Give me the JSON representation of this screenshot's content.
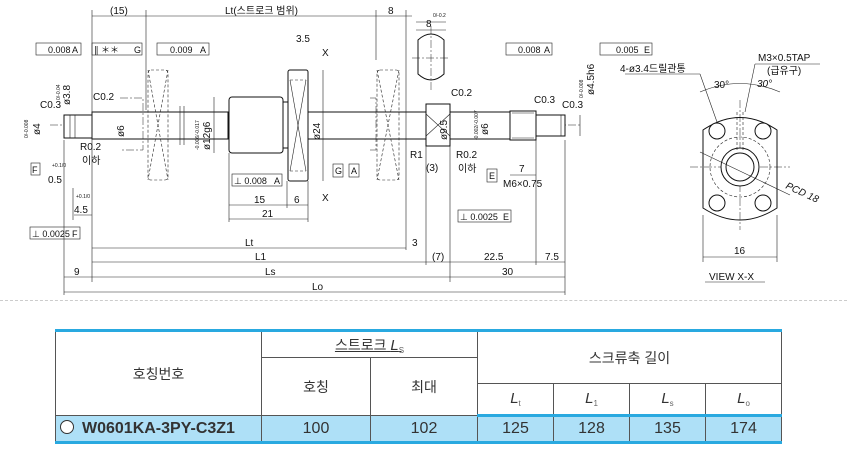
{
  "drawing": {
    "dim_15": "(15)",
    "dim_lt_stroke": "Lt(스트로크 범위)",
    "dim_8_top": "8",
    "dim_8_oval": "8",
    "tol_oval": "0/-0.2",
    "fcf_runout_a1": "0.008",
    "fcf_datum_a": "A",
    "fcf_parallel": "∥ ＊＊",
    "fcf_datum_g": "G",
    "fcf_runout_009": "0.009",
    "dim_3_5": "3.5",
    "view_mark_x1": "X",
    "view_mark_x2": "X",
    "c03_left": "C0.3",
    "d38": "ø3.8",
    "tol_38": "0/-0.04",
    "d4": "ø4",
    "tol_4": "0/-0.008",
    "c02_left": "C0.2",
    "d6_left": "ø6",
    "d12g6": "ø12g6",
    "tol_12": "-0.006/-0.017",
    "d24": "ø24",
    "r02_left": "R0.2",
    "ihha_left": "이하",
    "datum_f": "F",
    "dim_05": "0.5",
    "tol_05": "+0.1/0",
    "dim_45": "4.5",
    "tol_45": "+0.1/0",
    "fcf_perp_0025f": "⊥ 0.0025",
    "fcf_datum_f": "F",
    "fcf_perp_008a": "⊥ 0.008",
    "fcf_datum_a2": "A",
    "datum_g": "G",
    "datum_a": "A",
    "dim_15_nut": "15",
    "dim_6_nut": "6",
    "dim_21": "21",
    "dim_lt": "Lt",
    "dim_l1": "L1",
    "dim_ls": "Ls",
    "dim_lo": "Lo",
    "dim_9": "9",
    "dim_3": "3",
    "dim_7p": "(7)",
    "dim_22_5": "22.5",
    "dim_7_5": "7.5",
    "dim_30": "30",
    "dim_3p": "(3)",
    "c02_right": "C0.2",
    "d9_5": "ø9.5",
    "r1": "R1",
    "r02_right": "R0.2",
    "ihha_right": "이하",
    "d6_right": "ø6",
    "tol_6r": "-0.002/-0.007",
    "fcf_runout_a3": "0.008",
    "fcf_datum_a3": "A",
    "datum_e": "E",
    "dim_7": "7",
    "m6": "M6×0.75",
    "c03_mid": "C0.3",
    "c03_right": "C0.3",
    "d45h6": "ø4.5h6",
    "tol_45h6": "0/-0.008",
    "fcf_runout_005": "0.005",
    "fcf_datum_e": "E",
    "fcf_perp_0025e": "⊥ 0.0025",
    "fcf_datum_e2": "E",
    "view_drill": "4-ø3.4드릴관통",
    "view_tap": "M3×0.5TAP",
    "view_tap_note": "(급유구)",
    "view_angle1": "30°",
    "view_angle2": "30°",
    "view_pcd": "PCD 18",
    "view_width": "16",
    "view_title": "VIEW X-X"
  },
  "table": {
    "header_part": "호칭번호",
    "header_stroke": "스트로크",
    "header_stroke_sym": "L",
    "header_stroke_sub": "S",
    "header_nominal": "호칭",
    "header_max": "최대",
    "header_length": "스크류축 길이",
    "length_cols": [
      {
        "sym": "L",
        "sub": "t"
      },
      {
        "sym": "L",
        "sub": "1"
      },
      {
        "sym": "L",
        "sub": "s"
      },
      {
        "sym": "L",
        "sub": "o"
      }
    ],
    "rows": [
      {
        "model": "W0601KA-3PY-C3Z1",
        "stroke_nominal": "100",
        "stroke_max": "102",
        "Lt": "125",
        "L1": "128",
        "Ls": "135",
        "Lo": "174"
      }
    ],
    "accent_color": "#29a9e0",
    "row_highlight": "#aee0f7"
  }
}
